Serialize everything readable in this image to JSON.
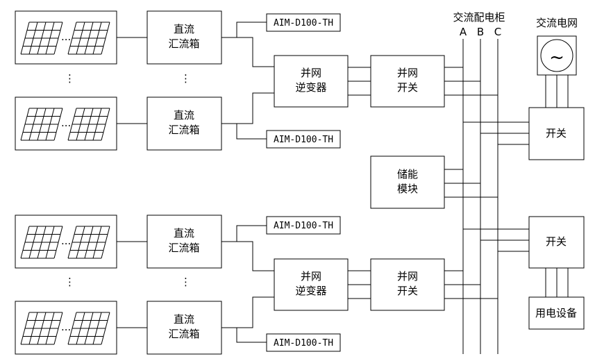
{
  "panels": [
    {
      "ellipsis": "..."
    },
    {
      "ellipsis": "..."
    },
    {
      "ellipsis": "..."
    },
    {
      "ellipsis": "..."
    }
  ],
  "combiner_box": {
    "line1": "直流",
    "line2": "汇流箱"
  },
  "meter": "AIM-D100-TH",
  "inverter": {
    "line1": "并网",
    "line2": "逆变器"
  },
  "grid_switch": {
    "line1": "并网",
    "line2": "开关"
  },
  "storage": {
    "line1": "储能",
    "line2": "模块"
  },
  "ac_cabinet": {
    "title": "交流配电柜",
    "phases": [
      "A",
      "B",
      "C"
    ]
  },
  "ac_grid": {
    "title": "交流电网",
    "symbol": "~"
  },
  "switch_label": "开关",
  "load_label": "用电设备",
  "vertical_ellipsis": "⋮",
  "colors": {
    "line": "#000000",
    "background": "#ffffff"
  },
  "icons": [
    "solar-panel-icon",
    "ac-source-icon"
  ]
}
